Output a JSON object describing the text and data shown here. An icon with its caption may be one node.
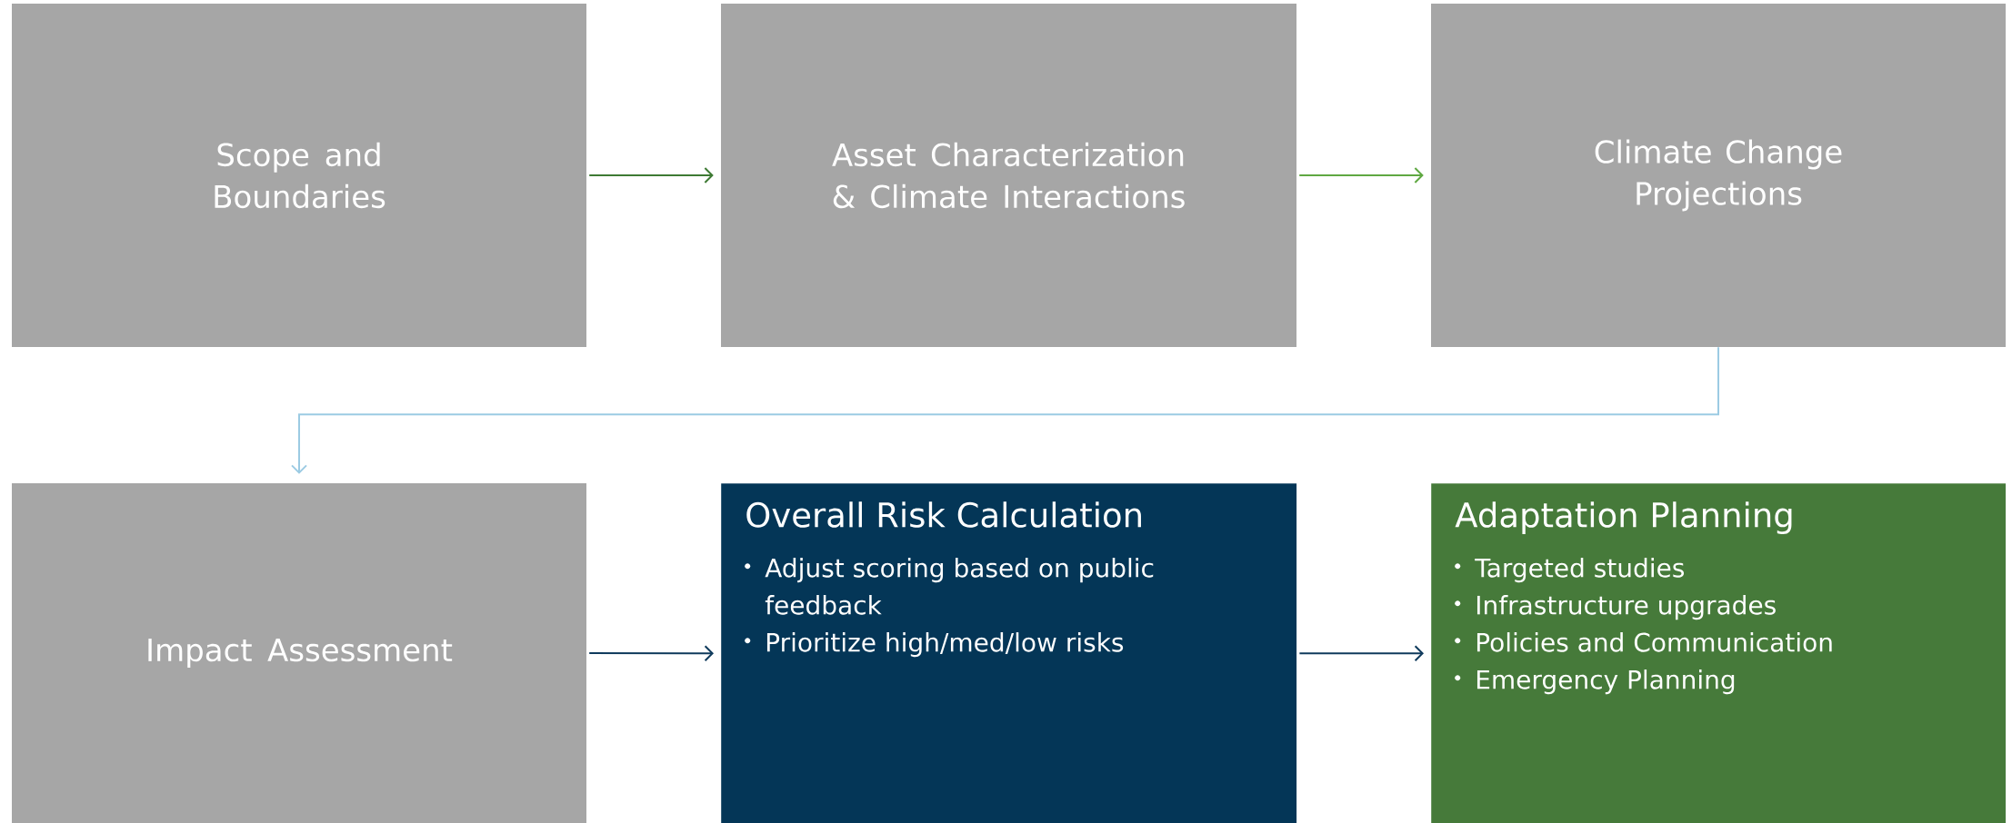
{
  "diagram": {
    "nodes": [
      {
        "text": [
          "Scope and Boundaries"
        ]
      },
      {
        "text": [
          "Asset Characterization & Climate Interactions"
        ]
      },
      {
        "text": [
          "Climate Change Projections"
        ]
      },
      {
        "text": [
          "Impact Assessment"
        ]
      },
      {
        "text": [
          "Overall Risk Calculation",
          "Adjust scoring based on public feedback",
          "Prioritize high/med/low risks"
        ]
      },
      {
        "text": [
          "Adaptation Planning",
          "Targeted studies",
          "Infrastructure upgrades",
          "Policies and Communication",
          "Emergency Planning"
        ]
      }
    ],
    "edges": [
      {
        "from": 0,
        "to": 1,
        "arrow": "to",
        "color": "#3e7a34"
      },
      {
        "from": 1,
        "to": 2,
        "arrow": "to",
        "color": "#5fa842"
      },
      {
        "from": 2,
        "to": 3,
        "arrow": "to",
        "color": "#9ccbe3"
      },
      {
        "from": 3,
        "to": 4,
        "arrow": "to"
      },
      {
        "from": 4,
        "to": 5,
        "arrow": "to"
      }
    ]
  }
}
